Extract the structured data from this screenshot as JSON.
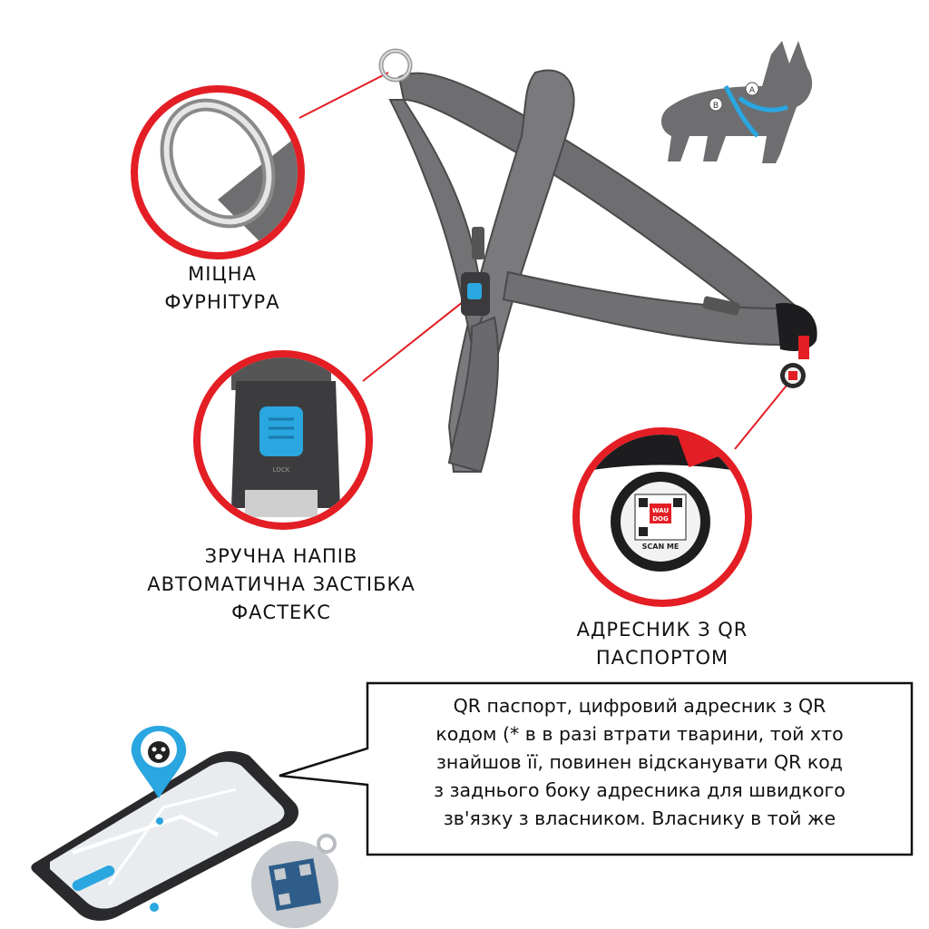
{
  "features": [
    {
      "id": "hardware",
      "lines": [
        "МІЦНА",
        "ФУРНІТУРА"
      ],
      "icon": "metal-ring"
    },
    {
      "id": "buckle",
      "lines": [
        "ЗРУЧНА НАПІВ",
        "АВТОМАТИЧНА ЗАСТІБКА",
        "ФАСТЕКС"
      ],
      "icon": "fastex-buckle"
    },
    {
      "id": "qr-tag",
      "lines": [
        "АДРЕСНИК З QR",
        "ПАСПОРТОМ"
      ],
      "icon": "qr-address-tag"
    }
  ],
  "tag_labels": {
    "brand_top": "WAU",
    "brand_bottom": "DOG",
    "scan": "SCAN ME"
  },
  "buckle_label": "LOCK",
  "dog_diagram": {
    "strap_a": "A",
    "strap_b": "B"
  },
  "callout": {
    "lines": [
      "QR паспорт, цифровий адресник з QR",
      "кодом (* в в разі втрати тварини, той хто",
      "знайшов її, повинен відсканувати QR код",
      "з заднього боку адресника для швидкого",
      "зв'язку з власником. Власнику в той же"
    ]
  },
  "colors": {
    "highlight_red": "#e31e24",
    "strap_gray": "#6e6e70",
    "accent_blue": "#2aa6e0"
  }
}
